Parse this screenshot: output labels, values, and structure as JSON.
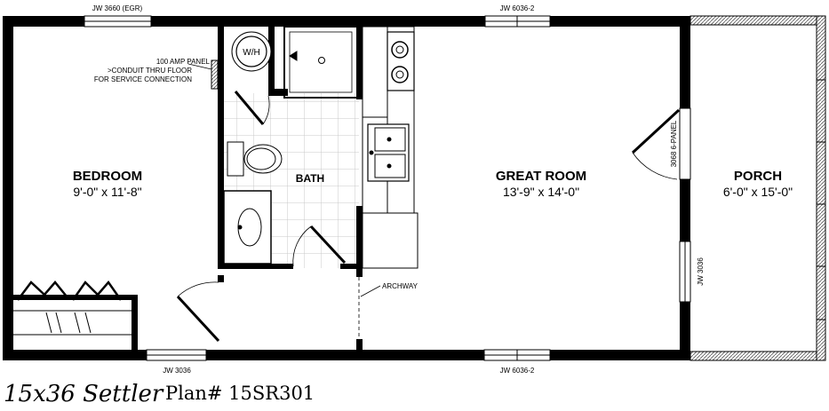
{
  "title": {
    "model": "15x36 Settler",
    "plan": "Plan# 15SR301"
  },
  "rooms": {
    "bedroom": {
      "name": "BEDROOM",
      "dims": "9'-0\" x 11'-8\""
    },
    "bath": {
      "name": "BATH"
    },
    "great_room": {
      "name": "GREAT ROOM",
      "dims": "13'-9\" x 14'-0\""
    },
    "porch": {
      "name": "PORCH",
      "dims": "6'-0\" x 15'-0\""
    }
  },
  "windows": {
    "top_bedroom": "JW 3660 (EGR)",
    "top_great_room": "JW 6036-2",
    "bottom_hall": "JW 3036",
    "bottom_great_room": "JW 6036-2",
    "side_great_room": "JW 3036"
  },
  "doors": {
    "entry": "3068 6-PANEL"
  },
  "notes": {
    "panel_line1": "100 AMP PANEL",
    "panel_line2": ">CONDUIT THRU FLOOR",
    "panel_line3": "FOR SERVICE CONNECTION",
    "archway": "ARCHWAY"
  },
  "fixtures": {
    "water_heater": "W/H"
  }
}
